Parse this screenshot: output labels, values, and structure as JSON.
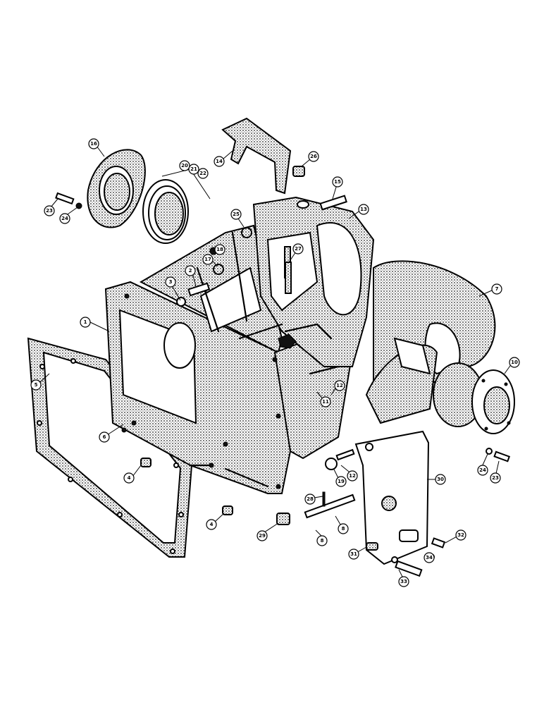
{
  "callouts": [
    {
      "id": "c1",
      "label": "1"
    },
    {
      "id": "c2",
      "label": "2"
    },
    {
      "id": "c3",
      "label": "3"
    },
    {
      "id": "c4a",
      "label": "4"
    },
    {
      "id": "c4b",
      "label": "4"
    },
    {
      "id": "c5",
      "label": "5"
    },
    {
      "id": "c6",
      "label": "6"
    },
    {
      "id": "c7",
      "label": "7"
    },
    {
      "id": "c8a",
      "label": "8"
    },
    {
      "id": "c8b",
      "label": "8"
    },
    {
      "id": "c10",
      "label": "10"
    },
    {
      "id": "c11",
      "label": "11"
    },
    {
      "id": "c12a",
      "label": "12"
    },
    {
      "id": "c12b",
      "label": "12"
    },
    {
      "id": "c13",
      "label": "13"
    },
    {
      "id": "c14",
      "label": "14"
    },
    {
      "id": "c15",
      "label": "15"
    },
    {
      "id": "c16",
      "label": "16"
    },
    {
      "id": "c17",
      "label": "17"
    },
    {
      "id": "c18",
      "label": "18"
    },
    {
      "id": "c19",
      "label": "19"
    },
    {
      "id": "c20",
      "label": "20"
    },
    {
      "id": "c21",
      "label": "21"
    },
    {
      "id": "c22",
      "label": "22"
    },
    {
      "id": "c23a",
      "label": "23"
    },
    {
      "id": "c23b",
      "label": "23"
    },
    {
      "id": "c24a",
      "label": "24"
    },
    {
      "id": "c24b",
      "label": "24"
    },
    {
      "id": "c25",
      "label": "25"
    },
    {
      "id": "c26",
      "label": "26"
    },
    {
      "id": "c27",
      "label": "27"
    },
    {
      "id": "c28",
      "label": "28"
    },
    {
      "id": "c29",
      "label": "29"
    },
    {
      "id": "c30",
      "label": "30"
    },
    {
      "id": "c31",
      "label": "31"
    },
    {
      "id": "c32",
      "label": "32"
    },
    {
      "id": "c33",
      "label": "33"
    },
    {
      "id": "c34",
      "label": "34"
    }
  ]
}
